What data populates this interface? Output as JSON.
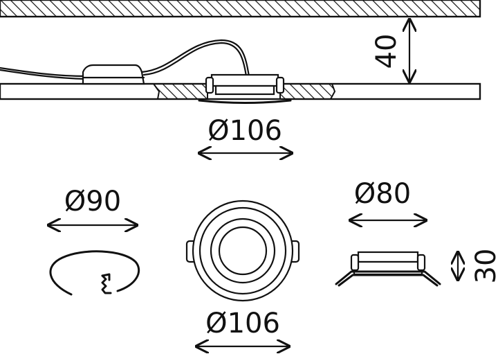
{
  "drawing": {
    "installation_depth": "40",
    "cutout_top": "Ø106",
    "hole_diameter": "Ø90",
    "outer_diameter": "Ø106",
    "inner_diameter": "Ø80",
    "height": "30"
  },
  "colors": {
    "line": "#111111",
    "background": "#ffffff"
  }
}
